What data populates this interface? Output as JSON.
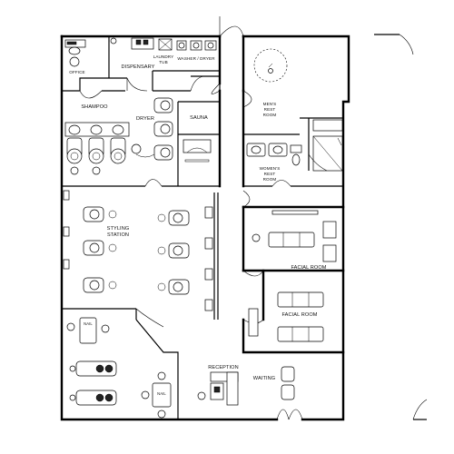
{
  "rooms": {
    "office": "OFFICE",
    "dispensary": "DISPENSARY",
    "laundry_tub_line1": "LAUNDRY",
    "laundry_tub_line2": "TUB",
    "washer_dryer": "WASHER / DRYER",
    "mens_rest_room_line1": "MEN'S",
    "mens_rest_room_line2": "REST",
    "mens_rest_room_line3": "ROOM",
    "shampoo": "SHAMPOO",
    "dryer": "DRYER",
    "sauna": "SAUNA",
    "womens_rest_room_line1": "WOMEN'S",
    "womens_rest_room_line2": "REST",
    "womens_rest_room_line3": "ROOM",
    "styling_station_line1": "STYLING",
    "styling_station_line2": "STATION",
    "facial_room_upper": "FACIAL ROOM",
    "facial_room_lower": "FACIAL ROOM",
    "reception": "RECEPTION",
    "waiting": "WAITING",
    "nail_upper": "NAIL",
    "nail_lower": "NAIL"
  }
}
